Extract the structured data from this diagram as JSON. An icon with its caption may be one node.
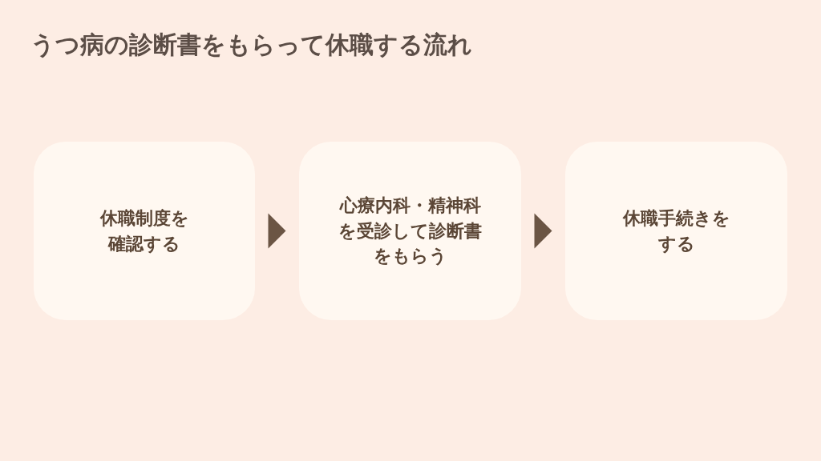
{
  "diagram": {
    "title": "うつ病の診断書をもらって休職する流れ",
    "nodes": [
      {
        "text": [
          "休職制度を確認する"
        ]
      },
      {
        "text": [
          "心療内科・精神科を受診して診断書をもらう"
        ]
      },
      {
        "text": [
          "休職手続きをする"
        ]
      }
    ],
    "edges": [
      {
        "from": 0,
        "to": 1,
        "arrow": "to"
      },
      {
        "from": 1,
        "to": 2,
        "arrow": "to"
      }
    ]
  }
}
